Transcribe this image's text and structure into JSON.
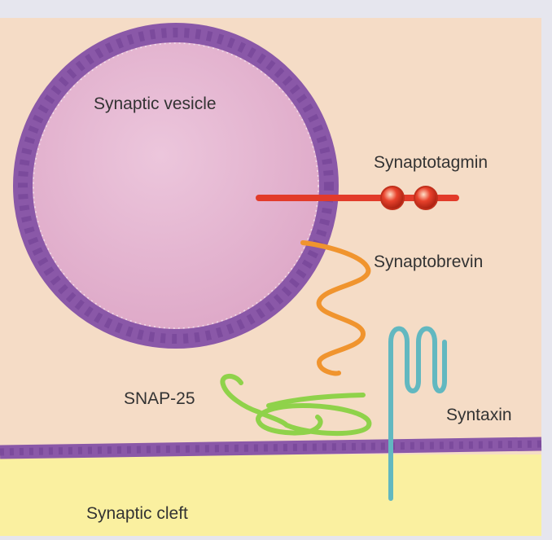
{
  "labels": {
    "vesicle": "Synaptic vesicle",
    "synaptotagmin": "Synaptotagmin",
    "synaptobrevin": "Synaptobrevin",
    "snap25": "SNAP-25",
    "syntaxin": "Syntaxin",
    "cleft": "Synaptic cleft"
  },
  "colors": {
    "frame": "#e6e6ee",
    "cytoplasm": "#f5dcc6",
    "cleft": "#faf0a0",
    "membrane": "#8a58a8",
    "membrane_dark": "#6f3f92",
    "vesicle_lumen": "#e8b8d4",
    "synaptotagmin": "#e23b2a",
    "synaptobrevin": "#f0942e",
    "snap25": "#8fd24a",
    "syntaxin": "#62b8c0"
  }
}
